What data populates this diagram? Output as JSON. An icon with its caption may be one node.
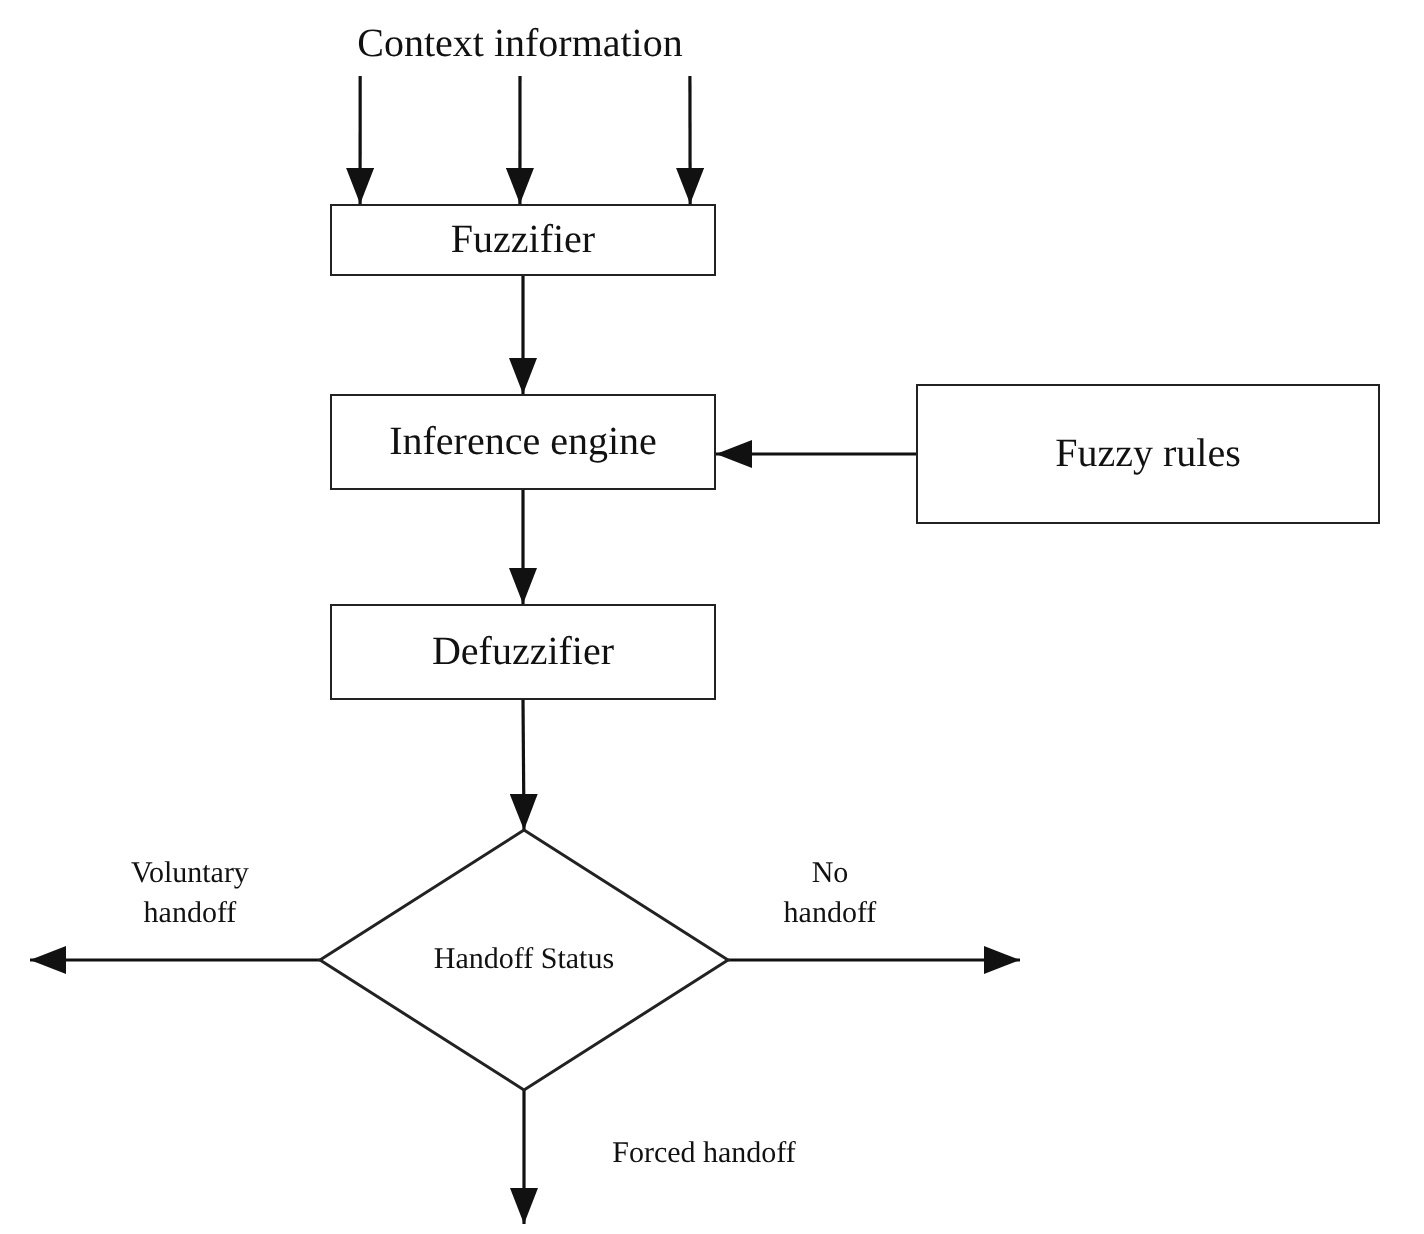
{
  "diagram": {
    "nodes": [
      {
        "text": [
          "Context information"
        ]
      },
      {
        "text": [
          "Fuzzifier"
        ]
      },
      {
        "text": [
          "Inference engine"
        ]
      },
      {
        "text": [
          "Fuzzy rules"
        ]
      },
      {
        "text": [
          "Defuzzifier"
        ]
      },
      {
        "text": [
          "Handoff Status"
        ]
      }
    ],
    "edges": [
      {
        "from": 0,
        "to": 1,
        "arrow": "to"
      },
      {
        "from": 0,
        "to": 1,
        "arrow": "to"
      },
      {
        "from": 0,
        "to": 1,
        "arrow": "to"
      },
      {
        "from": 1,
        "to": 2,
        "arrow": "to"
      },
      {
        "from": 3,
        "to": 2,
        "arrow": "to"
      },
      {
        "from": 2,
        "to": 4,
        "arrow": "to"
      },
      {
        "from": 4,
        "to": 5,
        "arrow": "to"
      },
      {
        "from": 5,
        "to": null,
        "arrow": "to",
        "label": "Voluntary handoff"
      },
      {
        "from": 5,
        "to": null,
        "arrow": "to",
        "label": "No handoff"
      },
      {
        "from": 5,
        "to": null,
        "arrow": "to",
        "label": "Forced handoff"
      }
    ]
  }
}
